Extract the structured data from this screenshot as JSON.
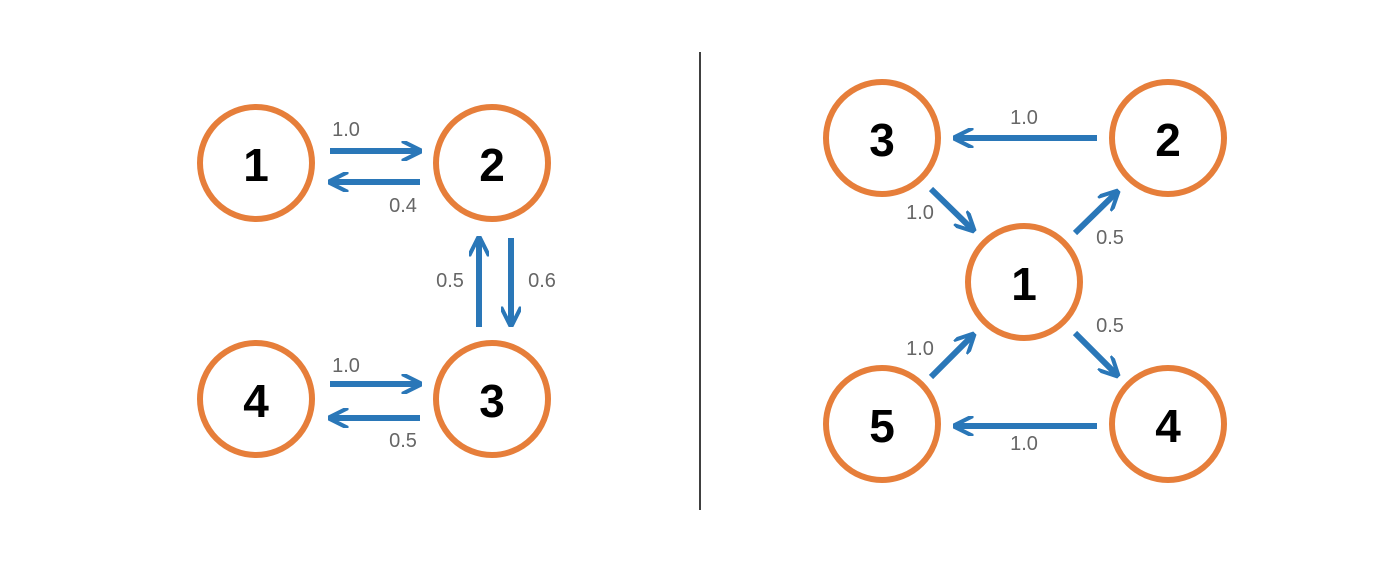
{
  "colors": {
    "node_stroke": "#E67E3A",
    "edge": "#2A77B8",
    "edge_label": "#666666",
    "divider": "#000000"
  },
  "graphs": [
    {
      "id": "left",
      "nodes": [
        {
          "id": "1",
          "label": "1"
        },
        {
          "id": "2",
          "label": "2"
        },
        {
          "id": "3",
          "label": "3"
        },
        {
          "id": "4",
          "label": "4"
        }
      ],
      "edges": [
        {
          "from": "1",
          "to": "2",
          "weight": "1.0"
        },
        {
          "from": "2",
          "to": "1",
          "weight": "0.4"
        },
        {
          "from": "2",
          "to": "3",
          "weight": "0.6"
        },
        {
          "from": "3",
          "to": "2",
          "weight": "0.5"
        },
        {
          "from": "4",
          "to": "3",
          "weight": "1.0"
        },
        {
          "from": "3",
          "to": "4",
          "weight": "0.5"
        }
      ]
    },
    {
      "id": "right",
      "nodes": [
        {
          "id": "1",
          "label": "1"
        },
        {
          "id": "2",
          "label": "2"
        },
        {
          "id": "3",
          "label": "3"
        },
        {
          "id": "4",
          "label": "4"
        },
        {
          "id": "5",
          "label": "5"
        }
      ],
      "edges": [
        {
          "from": "2",
          "to": "3",
          "weight": "1.0"
        },
        {
          "from": "3",
          "to": "1",
          "weight": "1.0"
        },
        {
          "from": "1",
          "to": "2",
          "weight": "0.5"
        },
        {
          "from": "1",
          "to": "4",
          "weight": "0.5"
        },
        {
          "from": "4",
          "to": "5",
          "weight": "1.0"
        },
        {
          "from": "5",
          "to": "1",
          "weight": "1.0"
        }
      ]
    }
  ]
}
